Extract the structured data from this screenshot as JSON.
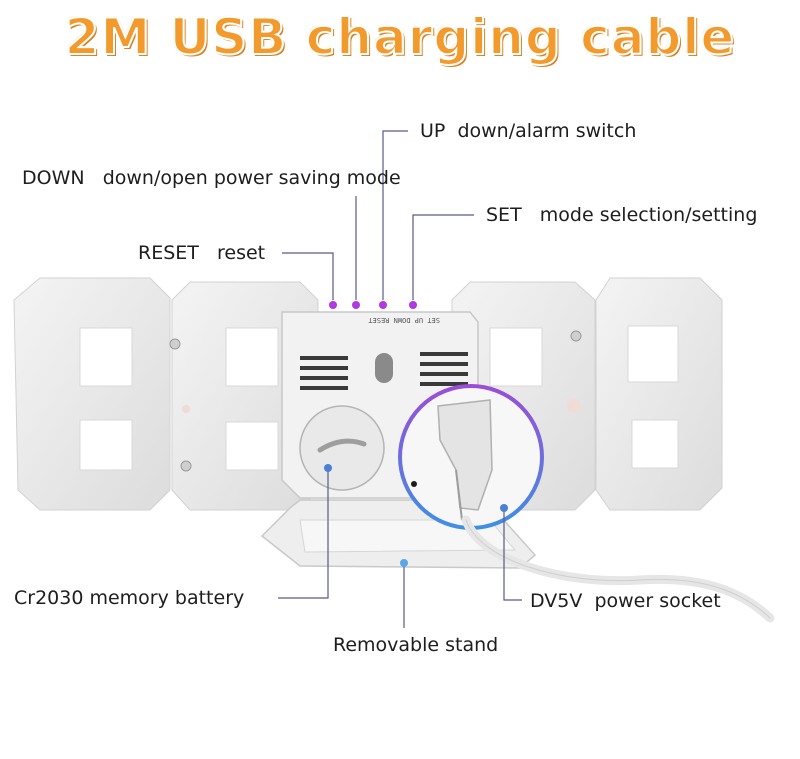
{
  "title": "2M USB charging cable",
  "labels": {
    "up": "UP  down/alarm switch",
    "down": "DOWN   down/open power saving mode",
    "set": "SET   mode selection/setting",
    "reset": "RESET   reset",
    "battery": "Cr2030 memory battery",
    "socket": "DV5V  power socket",
    "stand": "Removable stand"
  },
  "colors": {
    "title": "#f39a2d",
    "leader_line": "#5a5a8a",
    "pointer_dot": "#b03adf",
    "stand_dot": "#5aa6e8",
    "highlight_ring_start": "#9b4dd8",
    "highlight_ring_end": "#3f8fe6"
  }
}
